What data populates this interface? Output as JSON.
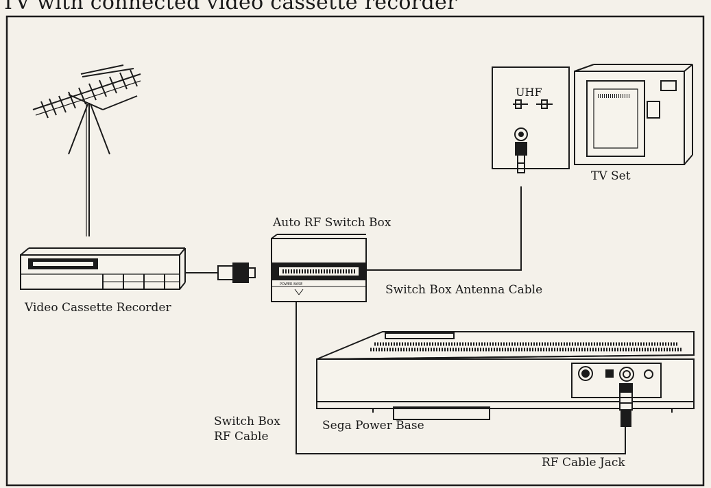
{
  "page": {
    "title": "TV with connected video cassette recorder"
  },
  "labels": {
    "uhf": "UHF",
    "tv_set": "TV Set",
    "auto_rf_switch_box": "Auto RF Switch Box",
    "vcr": "Video Cassette Recorder",
    "switch_box_antenna_cable": "Switch Box Antenna Cable",
    "switch_box_rf_cable_line1": "Switch Box",
    "switch_box_rf_cable_line2": "RF Cable",
    "sega_power_base": "Sega Power Base",
    "rf_cable_jack": "RF Cable Jack",
    "power_base_tag": "POWER BASE"
  },
  "colors": {
    "ink": "#1b1b1b",
    "paper": "#f4f1ea"
  },
  "icons": [
    "antenna-icon",
    "vcr-icon",
    "switch-box-icon",
    "tv-icon",
    "power-base-icon",
    "plug-icon"
  ]
}
